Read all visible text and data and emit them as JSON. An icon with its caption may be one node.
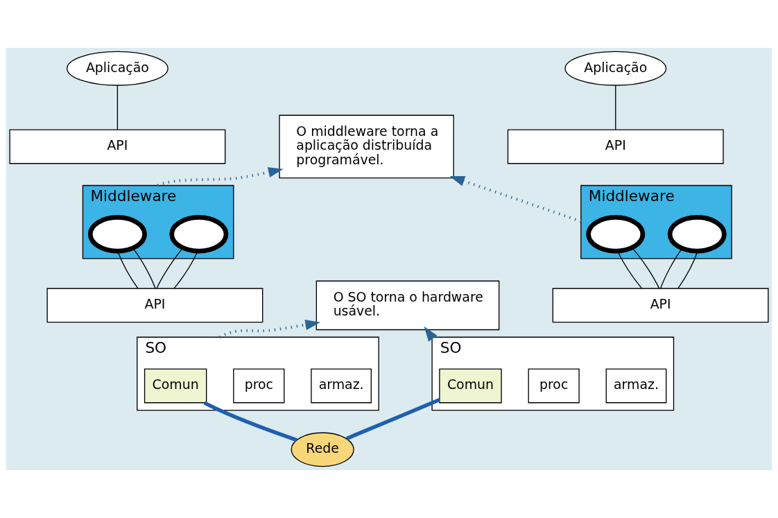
{
  "diagram": {
    "nodes": [
      {
        "text": [
          "Aplicação"
        ]
      },
      {
        "text": [
          "API"
        ]
      },
      {
        "text": [
          "Middleware"
        ]
      },
      {
        "text": [],
        "shape": "circle",
        "in": 2
      },
      {
        "text": [],
        "shape": "circle",
        "in": 2
      },
      {
        "text": [
          "API"
        ]
      },
      {
        "text": [
          "SO"
        ]
      },
      {
        "text": [
          "Comun"
        ],
        "in": 6
      },
      {
        "text": [
          "proc"
        ],
        "in": 6
      },
      {
        "text": [
          "armaz."
        ],
        "in": 6
      },
      {
        "text": [
          "O middleware torna a aplicação distribuída programável."
        ]
      },
      {
        "text": [
          "O SO torna o hardware usável."
        ]
      },
      {
        "text": [
          "Aplicação"
        ]
      },
      {
        "text": [
          "API"
        ]
      },
      {
        "text": [
          "Middleware"
        ]
      },
      {
        "text": [],
        "shape": "circle",
        "in": 14
      },
      {
        "text": [],
        "shape": "circle",
        "in": 14
      },
      {
        "text": [
          "API"
        ]
      },
      {
        "text": [
          "SO"
        ]
      },
      {
        "text": [
          "Comun"
        ],
        "in": 18
      },
      {
        "text": [
          "proc"
        ],
        "in": 18
      },
      {
        "text": [
          "armaz."
        ],
        "in": 18
      },
      {
        "text": [
          "Rede"
        ]
      }
    ],
    "edges": [
      {
        "from": 0,
        "to": 1,
        "arrow": "none"
      },
      {
        "from": 3,
        "to": 5,
        "arrow": "none"
      },
      {
        "from": 3,
        "to": 5,
        "arrow": "none"
      },
      {
        "from": 4,
        "to": 5,
        "arrow": "none"
      },
      {
        "from": 4,
        "to": 5,
        "arrow": "none"
      },
      {
        "from": 2,
        "to": 10,
        "arrow": "to",
        "style": "dashed",
        "color": "#2a6496"
      },
      {
        "from": 6,
        "to": 11,
        "arrow": "to",
        "style": "dashed",
        "color": "#2a6496"
      },
      {
        "from": 12,
        "to": 13,
        "arrow": "none"
      },
      {
        "from": 15,
        "to": 17,
        "arrow": "none"
      },
      {
        "from": 15,
        "to": 17,
        "arrow": "none"
      },
      {
        "from": 16,
        "to": 17,
        "arrow": "none"
      },
      {
        "from": 16,
        "to": 17,
        "arrow": "none"
      },
      {
        "from": 14,
        "to": 10,
        "arrow": "to",
        "style": "dashed",
        "color": "#2a6496"
      },
      {
        "from": 18,
        "to": 11,
        "arrow": "to",
        "style": "dashed",
        "color": "#2a6496"
      },
      {
        "from": 7,
        "to": 22,
        "arrow": "none",
        "style": "thick",
        "color": "#1f5fae"
      },
      {
        "from": 19,
        "to": 22,
        "arrow": "none",
        "style": "thick",
        "color": "#1f5fae"
      }
    ]
  }
}
